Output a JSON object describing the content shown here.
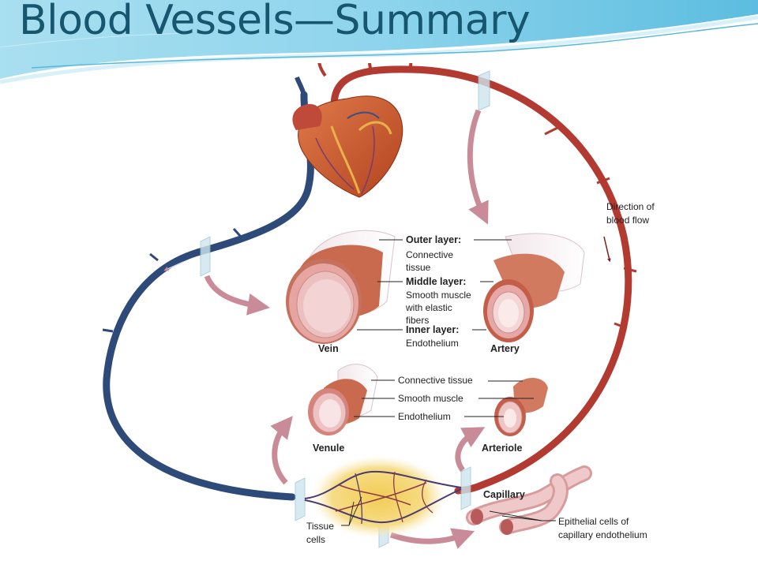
{
  "slide": {
    "title": "Blood Vessels—Summary"
  },
  "figure": {
    "layers": {
      "outer_title": "Outer layer:",
      "outer_desc": [
        "Connective",
        "tissue"
      ],
      "middle_title": "Middle layer:",
      "middle_desc": [
        "Smooth muscle",
        "with elastic",
        "fibers"
      ],
      "inner_title": "Inner layer:",
      "inner_desc": "Endothelium"
    },
    "small_layers": {
      "connective": "Connective tissue",
      "smooth": "Smooth muscle",
      "endothelium": "Endothelium"
    },
    "vessels": {
      "vein": "Vein",
      "artery": "Artery",
      "venule": "Venule",
      "arteriole": "Arteriole",
      "capillary": "Capillary"
    },
    "flow_label": [
      "Direction of",
      "blood flow"
    ],
    "tissue_label": [
      "Tissue",
      "cells"
    ],
    "epithelial_label": [
      "Epithelial cells of",
      "capillary endothelium"
    ]
  },
  "colors": {
    "title": "#17566f",
    "vein": "#2e4a78",
    "artery": "#b23a30",
    "arrow": "#c98b98",
    "banner": "#6fc3e0"
  }
}
